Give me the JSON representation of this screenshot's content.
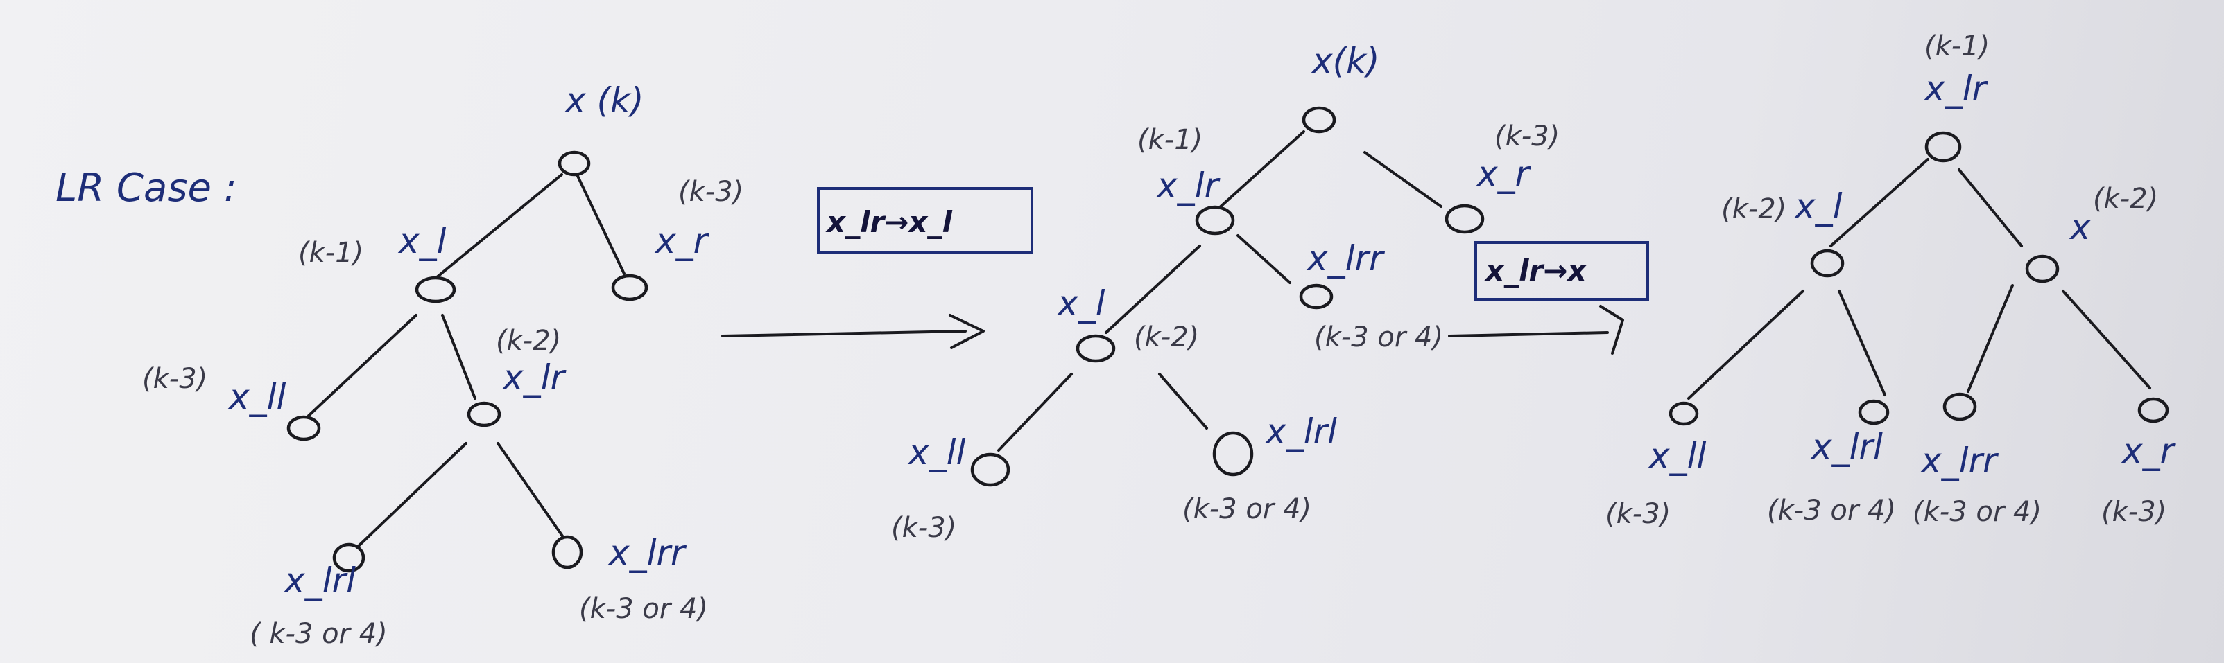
{
  "title": "LR Case :",
  "operations": [
    {
      "label": "x_lr→x_l"
    },
    {
      "label": "x_lr→x"
    }
  ],
  "tree1": {
    "nodes": {
      "x": {
        "name": "x (k)",
        "rank": ""
      },
      "xl": {
        "name": "x_l",
        "rank": "(k-1)"
      },
      "xr": {
        "name": "x_r",
        "rank": "(k-3)"
      },
      "xll": {
        "name": "x_ll",
        "rank": "(k-3)"
      },
      "xlr": {
        "name": "x_lr",
        "rank": "(k-2)"
      },
      "xlrl": {
        "name": "x_lrl",
        "rank": "( k-3 or 4)"
      },
      "xlrr": {
        "name": "x_lrr",
        "rank": "(k-3 or 4)"
      }
    }
  },
  "tree2": {
    "nodes": {
      "x": {
        "name": "x(k)",
        "rank": ""
      },
      "xlr": {
        "name": "x_lr",
        "rank": "(k-1)"
      },
      "xr": {
        "name": "x_r",
        "rank": "(k-3)"
      },
      "xl": {
        "name": "x_l",
        "rank": "(k-2)"
      },
      "xlrr": {
        "name": "x_lrr",
        "rank": "(k-3 or 4)"
      },
      "xll": {
        "name": "x_ll",
        "rank": "(k-3)"
      },
      "xlrl": {
        "name": "x_lrl",
        "rank": "(k-3 or 4)"
      }
    }
  },
  "tree3": {
    "nodes": {
      "xlr": {
        "name": "x_lr",
        "rank": "(k-1)"
      },
      "xl": {
        "name": "x_l",
        "rank": "(k-2)"
      },
      "x": {
        "name": "x",
        "rank": "(k-2)"
      },
      "xll": {
        "name": "x_ll",
        "rank": "(k-3)"
      },
      "xlrl": {
        "name": "x_lrl",
        "rank": "(k-3 or 4)"
      },
      "xlrr": {
        "name": "x_lrr",
        "rank": "(k-3 or 4)"
      },
      "xr": {
        "name": "x_r",
        "rank": "(k-3)"
      }
    }
  },
  "colors": {
    "ink": "#1a1a1f",
    "label_ink": "#1d2d78",
    "paper": "#ececf0"
  }
}
